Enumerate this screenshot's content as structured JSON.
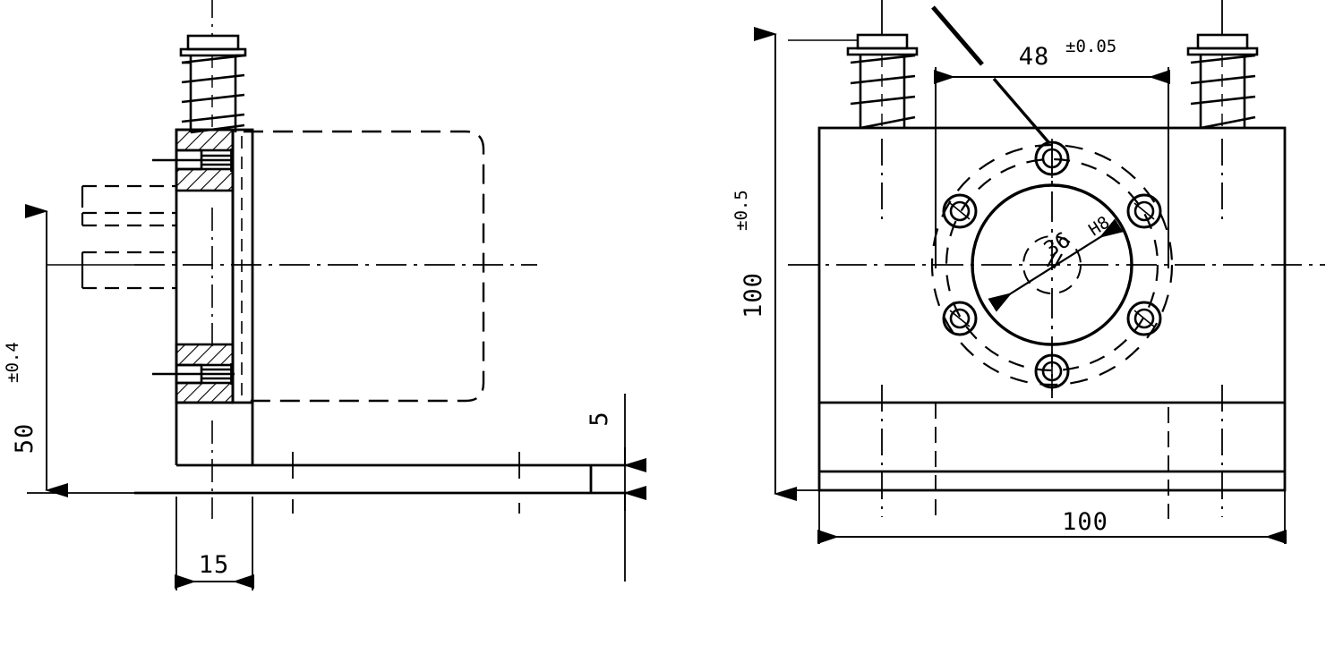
{
  "drawing": {
    "title": "Mechanical Part Engineering Drawing",
    "line_color": "#000000",
    "background_color": "#ffffff",
    "views": [
      {
        "name": "side-section-view",
        "position": "left"
      },
      {
        "name": "front-view",
        "position": "right"
      }
    ]
  },
  "dimensions": {
    "height_overall": {
      "value": "50",
      "tolerance": "±0.4",
      "full": "50±0.4",
      "orientation": "vertical",
      "view": "side-section-view"
    },
    "plate_thickness": {
      "value": "15",
      "tolerance": "",
      "full": "15",
      "orientation": "horizontal",
      "view": "side-section-view"
    },
    "base_thickness": {
      "value": "5",
      "tolerance": "",
      "full": "5",
      "orientation": "vertical",
      "view": "side-section-view"
    },
    "bolt_circle": {
      "value": "48",
      "tolerance": "±0.05",
      "full": "48±0.05",
      "orientation": "horizontal",
      "view": "front-view"
    },
    "body_height": {
      "value": "100",
      "tolerance": "±0.5",
      "full": "100±0.5",
      "orientation": "vertical",
      "view": "front-view"
    },
    "body_width": {
      "value": "100",
      "tolerance": "",
      "full": "100",
      "orientation": "horizontal",
      "view": "front-view"
    },
    "central_bore": {
      "value": "36",
      "fit": "H8",
      "full": "36 H8",
      "orientation": "diagonal",
      "view": "front-view"
    }
  },
  "features": {
    "bolt_hole_count": 6,
    "screw_count_side": 1,
    "screw_count_front": 2,
    "hatched_sections": 2
  }
}
